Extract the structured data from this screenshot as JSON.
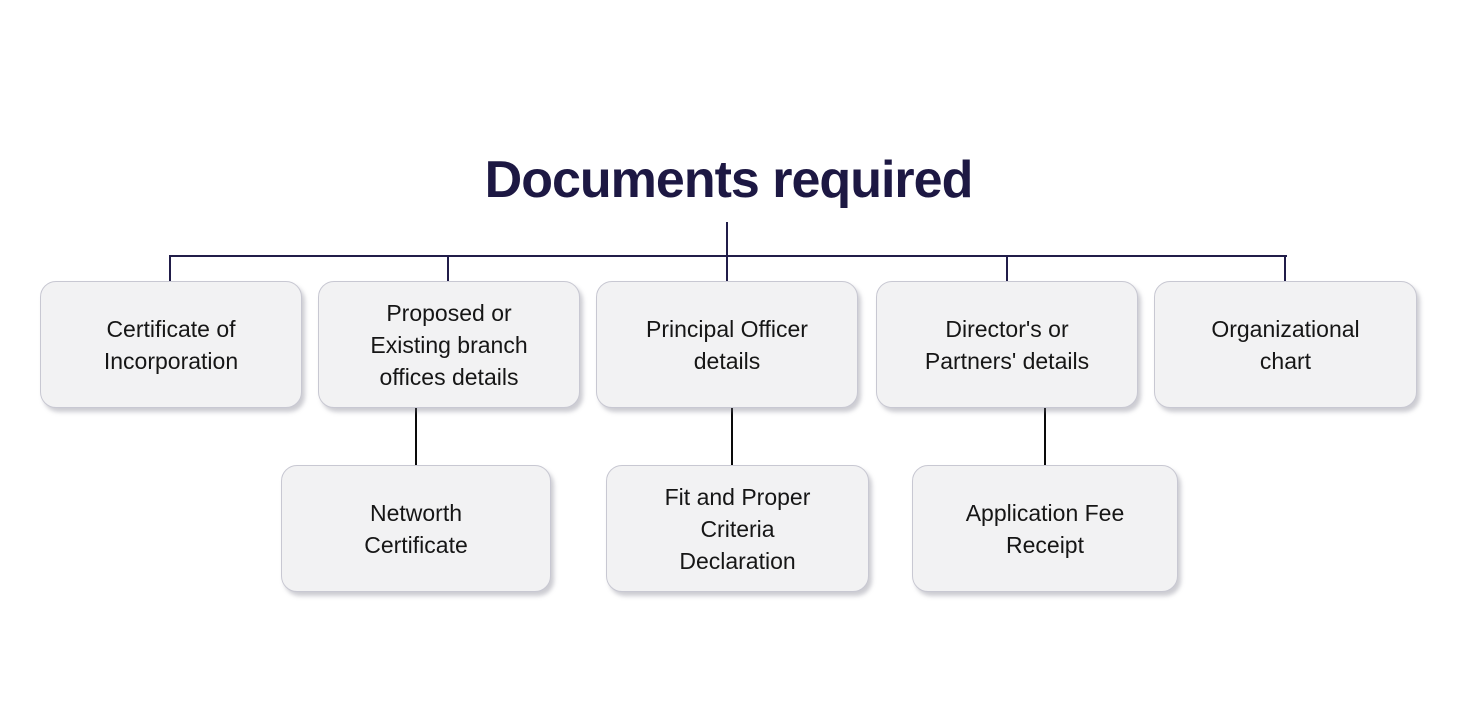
{
  "title": "Documents required",
  "colors": {
    "background": "#ffffff",
    "title_text": "#1d1843",
    "tree_connector": "#211d49",
    "sub_connector": "#0a0a0a",
    "box_fill": "#f2f2f3",
    "box_border": "#c8c8d2",
    "box_text": "#161616"
  },
  "level1": [
    {
      "label": "Certificate of\nIncorporation"
    },
    {
      "label": "Proposed or\nExisting branch\noffices details"
    },
    {
      "label": "Principal Officer\ndetails"
    },
    {
      "label": "Director's or\nPartners' details"
    },
    {
      "label": "Organizational\nchart"
    }
  ],
  "level2": [
    {
      "label": "Networth\nCertificate",
      "parent_label": "Proposed or Existing branch offices details"
    },
    {
      "label": "Fit and Proper\nCriteria\nDeclaration",
      "parent_label": "Principal Officer details"
    },
    {
      "label": "Application Fee\nReceipt",
      "parent_label": "Director's or Partners' details"
    }
  ]
}
